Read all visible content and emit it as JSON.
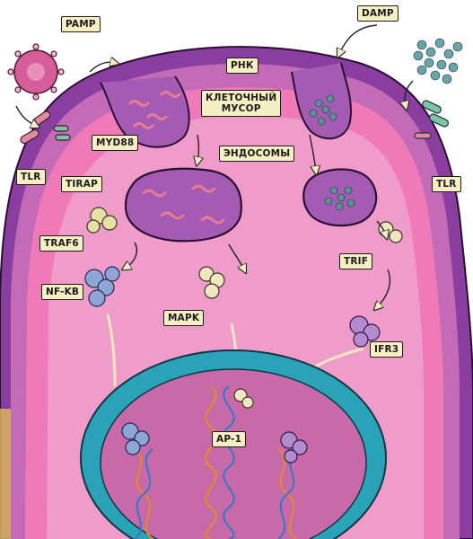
{
  "labels": {
    "pamp": "PAMP",
    "damp": "DAMP",
    "rna": "РНК",
    "cell_debris": "КЛЕТОЧНЫЙ\nМУСОР",
    "myd88": "MYD88",
    "endosomes": "ЭНДОСОМЫ",
    "tlr_left": "TLR",
    "tirap": "TIRAP",
    "tlr_right": "TLR",
    "traf6": "TRAF6",
    "trif": "TRIF",
    "nfkb": "NF-KB",
    "mapk": "MAPK",
    "irf3": "IFR3",
    "ap1": "AP-1"
  },
  "colors": {
    "outer_membrane": "#8a3fa0",
    "cytoplasm_outer": "#c46bb8",
    "cytoplasm_inner": "#f07ab7",
    "cytoplasm_core": "#ef9ccb",
    "endosome": "#a45bb3",
    "nucleus_ring": "#2aa3b8",
    "nucleoplasm": "#c86aa9",
    "label_bg": "#f6efc4",
    "pamp_virus": "#d65c9a",
    "damp_debris": "#6aa3a8",
    "protein_nfkb": "#8fa5d6",
    "protein_irf3": "#b58bd0",
    "protein_traf6": "#e7e0a6"
  }
}
